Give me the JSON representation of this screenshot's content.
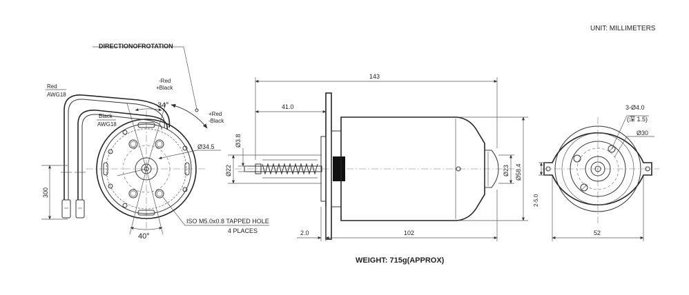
{
  "header": {
    "unit_label": "UNIT: MILLIMETERS"
  },
  "front_view": {
    "rotation_label": "DIRECTIONOFROTATION",
    "wire_red_label": "Red",
    "wire_red_gauge": "AWG18",
    "wire_black_label": "Black",
    "wire_black_gauge": "AWG18",
    "polarity_ccw_1": "-Red",
    "polarity_ccw_2": "+Black",
    "polarity_cw_1": "+Red",
    "polarity_cw_2": "-Black",
    "angle_top": "34°",
    "angle_bottom": "40°",
    "dia_bolt_circle": "Ø34.5",
    "lead_length": "300",
    "tapped_hole_1": "ISO M5.0x0.8 TAPPED HOLE",
    "tapped_hole_2": "4 PLACES"
  },
  "side_view": {
    "overall_length": "143",
    "shaft_length": "41.0",
    "shaft_dia": "Ø3.8",
    "pilot_dia": "Ø22",
    "end_dia": "Ø23",
    "body_dia": "Ø58.4",
    "flange_thickness": "2.0",
    "body_length": "102"
  },
  "rear_view": {
    "holes_1": "3-Ø4.0",
    "holes_2": "(深 1.5)",
    "pcd": "Ø30",
    "slot_width": "2-5.0",
    "width": "52"
  },
  "footer": {
    "weight": "WEIGHT: 715g(APPROX)"
  }
}
